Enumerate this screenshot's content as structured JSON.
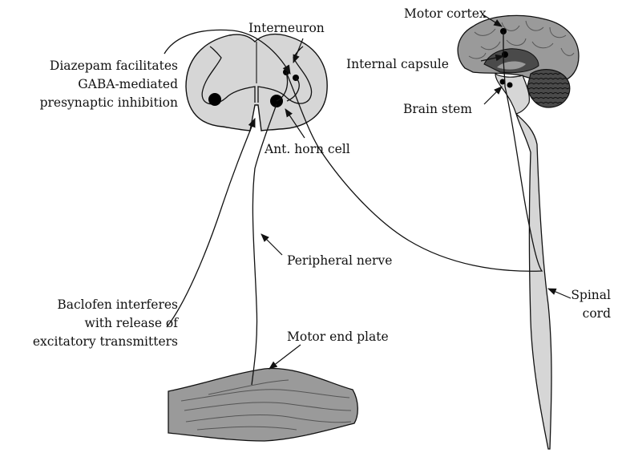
{
  "labels": {
    "interneuron": "Interneuron",
    "motor_cortex": "Motor cortex",
    "internal_capsule": "Internal capsule",
    "brain_stem": "Brain stem",
    "ant_horn_cell": "Ant. horn cell",
    "diazepam": [
      "Diazepam facilitates",
      "GABA-mediated",
      "presynaptic inhibition"
    ],
    "peripheral_nerve": "Peripheral nerve",
    "baclofen": [
      "Baclofen interferes",
      "with release of",
      "excitatory transmitters"
    ],
    "motor_end_plate": "Motor end plate",
    "spinal_cord": [
      "Spinal",
      "cord"
    ]
  },
  "colors": {
    "tissue_light": "#d6d6d6",
    "tissue_mid": "#9a9a9a",
    "tissue_dark": "#4a4a4a",
    "line": "#111111"
  }
}
